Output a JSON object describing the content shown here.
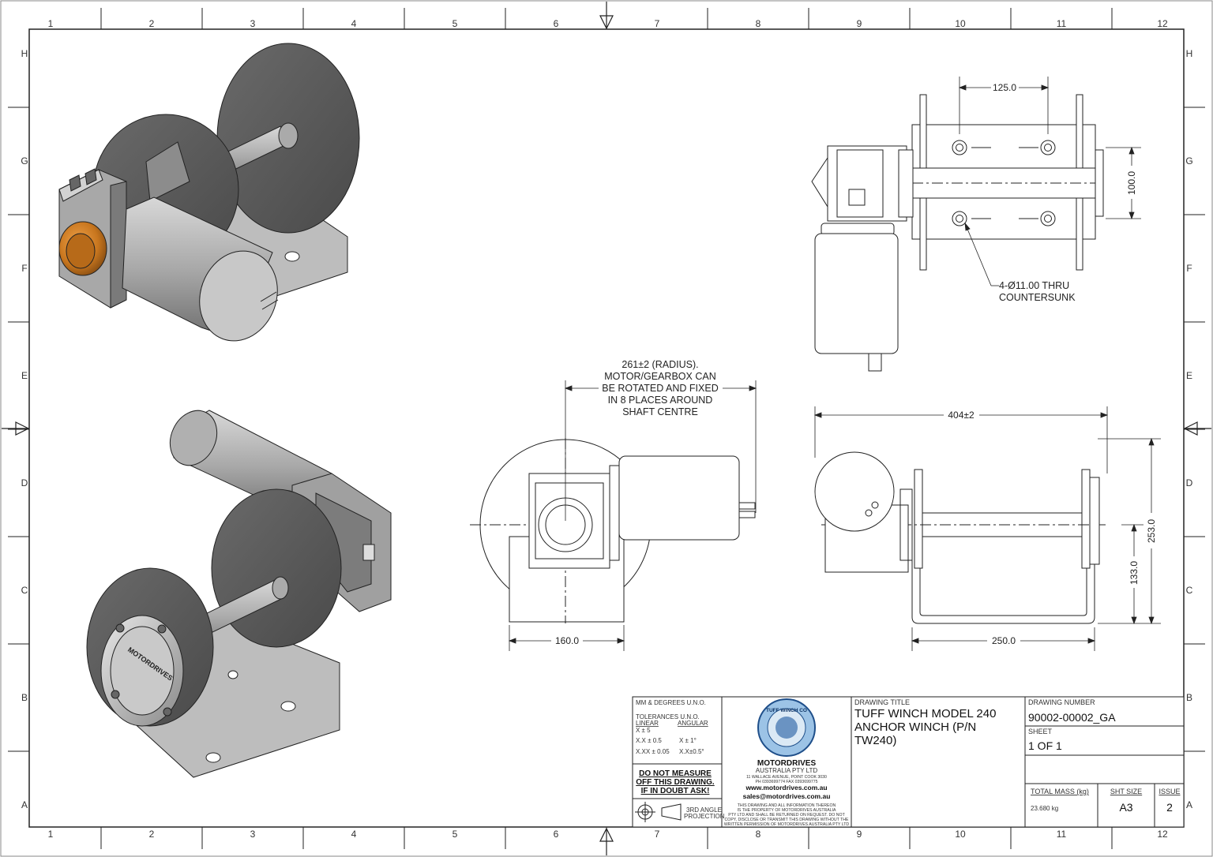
{
  "zones": {
    "columns": [
      "1",
      "2",
      "3",
      "4",
      "5",
      "6",
      "7",
      "8",
      "9",
      "10",
      "11",
      "12"
    ],
    "rows": [
      "H",
      "G",
      "F",
      "E",
      "D",
      "C",
      "B",
      "A"
    ]
  },
  "dimensions": {
    "d125": "125.0",
    "d100": "100.0",
    "hole_note_1": "4-Ø11.00 THRU",
    "hole_note_2": "COUNTERSUNK",
    "d404": "404±2",
    "d253": "253.0",
    "d133": "133.0",
    "d250": "250.0",
    "d160": "160.0"
  },
  "radius_note": [
    "261±2 (RADIUS).",
    "MOTOR/GEARBOX CAN",
    "BE ROTATED AND FIXED",
    "IN 8 PLACES AROUND",
    "SHAFT CENTRE"
  ],
  "model_text": {
    "cover_brand": "MOTORDRIVES"
  },
  "title_block": {
    "units": "MM & DEGREES U.N.O.",
    "tolerances_label": "TOLERANCES U.N.O.",
    "linear_label": "LINEAR",
    "angular_label": "ANGULAR",
    "lin1": "X ± 5",
    "lin2": "X.X ± 0.5",
    "lin3": "X.XX ± 0.05",
    "ang2": "X ± 1°",
    "ang3": "X.X±0.5°",
    "warn1": "DO NOT MEASURE",
    "warn2": "OFF THIS DRAWING.",
    "warn3": "IF IN DOUBT ASK!",
    "projection": [
      "3RD ANGLE",
      "PROJECTION"
    ],
    "logo_text": "TUFF WINCH CO",
    "company": "MOTORDRIVES",
    "company_sub": "AUSTRALIA PTY LTD",
    "address": "11 WALLACE AVENUE, POINT COOK 3030",
    "phone": "PH 0393699774 FAX 0393699775",
    "web": "www.motordrives.com.au",
    "email": "sales@motordrives.com.au",
    "disclaimer": [
      "THIS DRAWING AND ALL INFORMATION THEREON",
      "IS THE PROPERTY OF MOTORDRIVES AUSTRALIA",
      "PTY LTD AND SHALL BE RETURNED ON REQUEST. DO NOT",
      "COPY, DISCLOSE OR TRANSMIT THIS DRAWING WITHOUT THE",
      "WRITTEN PERMISSION OF MOTORDRIVES AUSTRALIA PTY LTD"
    ],
    "drawing_title_label": "DRAWING TITLE",
    "drawing_title": [
      "TUFF WINCH MODEL 240",
      "ANCHOR WINCH (P/N",
      "TW240)"
    ],
    "drawing_number_label": "DRAWING NUMBER",
    "drawing_number": "90002-00002_GA",
    "sheet_label": "SHEET",
    "sheet_value": "1  OF 1",
    "total_mass_label": "TOTAL MASS (kg)",
    "total_mass": "23.680 kg",
    "sheet_size_label": "SHT SIZE",
    "sheet_size": "A3",
    "issue_label": "ISSUE",
    "issue": "2"
  },
  "colors": {
    "line": "#222222",
    "steel_light": "#bdbdbd",
    "steel_mid": "#9a9a9a",
    "steel_dark": "#555555",
    "plate": "#5a5a5a",
    "copper": "#c8761e"
  }
}
